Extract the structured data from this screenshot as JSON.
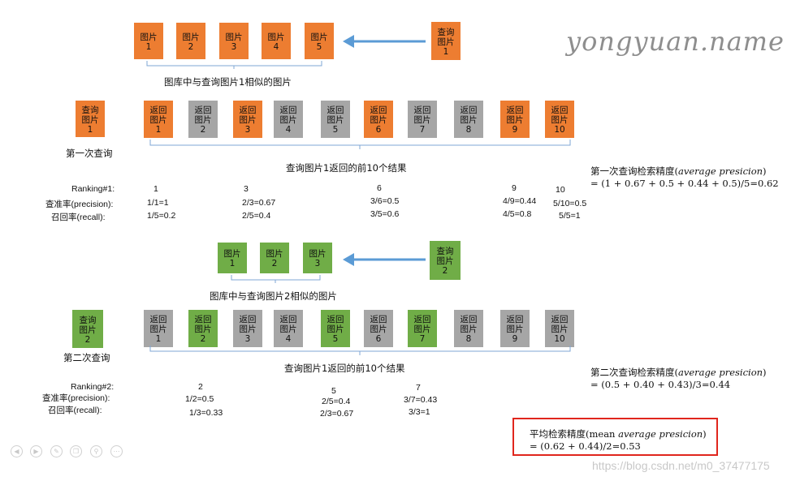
{
  "colors": {
    "orange": "#ed7d31",
    "gray": "#a6a6a6",
    "green": "#70ad47",
    "arrow": "#5b9bd5",
    "highlight_border": "#e0261d"
  },
  "watermark": "yongyuan.name",
  "csdn_watermark": "https://blog.csdn.net/m0_37477175",
  "section1": {
    "gallery": [
      {
        "label": "图片",
        "num": "1"
      },
      {
        "label": "图片",
        "num": "2"
      },
      {
        "label": "图片",
        "num": "3"
      },
      {
        "label": "图片",
        "num": "4"
      },
      {
        "label": "图片",
        "num": "5"
      }
    ],
    "gallery_caption": "图库中与查询图片1相似的图片",
    "query": {
      "label1": "查询",
      "label2": "图片",
      "num": "1"
    },
    "round_query": {
      "label1": "查询",
      "label2": "图片",
      "num": "1"
    },
    "round_caption": "第一次查询",
    "returned": [
      {
        "label1": "返回",
        "label2": "图片",
        "num": "1",
        "color": "orange"
      },
      {
        "label1": "返回",
        "label2": "图片",
        "num": "2",
        "color": "gray"
      },
      {
        "label1": "返回",
        "label2": "图片",
        "num": "3",
        "color": "orange"
      },
      {
        "label1": "返回",
        "label2": "图片",
        "num": "4",
        "color": "gray"
      },
      {
        "label1": "返回",
        "label2": "图片",
        "num": "5",
        "color": "gray"
      },
      {
        "label1": "返回",
        "label2": "图片",
        "num": "6",
        "color": "orange"
      },
      {
        "label1": "返回",
        "label2": "图片",
        "num": "7",
        "color": "gray"
      },
      {
        "label1": "返回",
        "label2": "图片",
        "num": "8",
        "color": "gray"
      },
      {
        "label1": "返回",
        "label2": "图片",
        "num": "9",
        "color": "orange"
      },
      {
        "label1": "返回",
        "label2": "图片",
        "num": "10",
        "color": "orange"
      }
    ],
    "returned_caption": "查询图片1返回的前10个结果",
    "ranking_label": "Ranking#1:",
    "precision_label": "查准率(precision):",
    "recall_label": "召回率(recall):",
    "ranks": [
      "1",
      "3",
      "6",
      "9",
      "10"
    ],
    "precisions": [
      "1/1=1",
      "2/3=0.67",
      "3/6=0.5",
      "4/9=0.44",
      "5/10=0.5"
    ],
    "recalls": [
      "1/5=0.2",
      "2/5=0.4",
      "3/5=0.6",
      "4/5=0.8",
      "5/5=1"
    ],
    "ap_title_prefix": "第一次查询检索精度(",
    "ap_title_italic": "average presicion",
    "ap_title_suffix": ")",
    "ap_formula": "= (1 + 0.67 + 0.5 + 0.44 + 0.5)/5=0.62"
  },
  "section2": {
    "gallery": [
      {
        "label": "图片",
        "num": "1"
      },
      {
        "label": "图片",
        "num": "2"
      },
      {
        "label": "图片",
        "num": "3"
      }
    ],
    "gallery_caption": "图库中与查询图片2相似的图片",
    "query": {
      "label1": "查询",
      "label2": "图片",
      "num": "2"
    },
    "round_query": {
      "label1": "查询",
      "label2": "图片",
      "num": "2"
    },
    "round_caption": "第二次查询",
    "returned": [
      {
        "label1": "返回",
        "label2": "图片",
        "num": "1",
        "color": "gray"
      },
      {
        "label1": "返回",
        "label2": "图片",
        "num": "2",
        "color": "green"
      },
      {
        "label1": "返回",
        "label2": "图片",
        "num": "3",
        "color": "gray"
      },
      {
        "label1": "返回",
        "label2": "图片",
        "num": "4",
        "color": "gray"
      },
      {
        "label1": "返回",
        "label2": "图片",
        "num": "5",
        "color": "green"
      },
      {
        "label1": "返回",
        "label2": "图片",
        "num": "6",
        "color": "gray"
      },
      {
        "label1": "返回",
        "label2": "图片",
        "num": "7",
        "color": "green"
      },
      {
        "label1": "返回",
        "label2": "图片",
        "num": "8",
        "color": "gray"
      },
      {
        "label1": "返回",
        "label2": "图片",
        "num": "9",
        "color": "gray"
      },
      {
        "label1": "返回",
        "label2": "图片",
        "num": "10",
        "color": "gray"
      }
    ],
    "returned_caption": "查询图片1返回的前10个结果",
    "ranking_label": "Ranking#2:",
    "precision_label": "查准率(precision):",
    "recall_label": "召回率(recall):",
    "ranks": [
      "2",
      "5",
      "7"
    ],
    "precisions": [
      "1/2=0.5",
      "2/5=0.4",
      "3/7=0.43"
    ],
    "recalls": [
      "1/3=0.33",
      "2/3=0.67",
      "3/3=1"
    ],
    "ap_title_prefix": "第二次查询检索精度(",
    "ap_title_italic": "average presicion",
    "ap_title_suffix": ")",
    "ap_formula": "= (0.5 + 0.40 + 0.43)/3=0.44"
  },
  "map_box": {
    "title_prefix": "平均检索精度(mean ",
    "title_italic": "average presicion",
    "title_suffix": ")",
    "formula": "= (0.62 + 0.44)/2=0.53"
  },
  "controls": [
    "back-icon",
    "play-icon",
    "pen-icon",
    "copy-icon",
    "zoom-icon",
    "more-icon"
  ]
}
